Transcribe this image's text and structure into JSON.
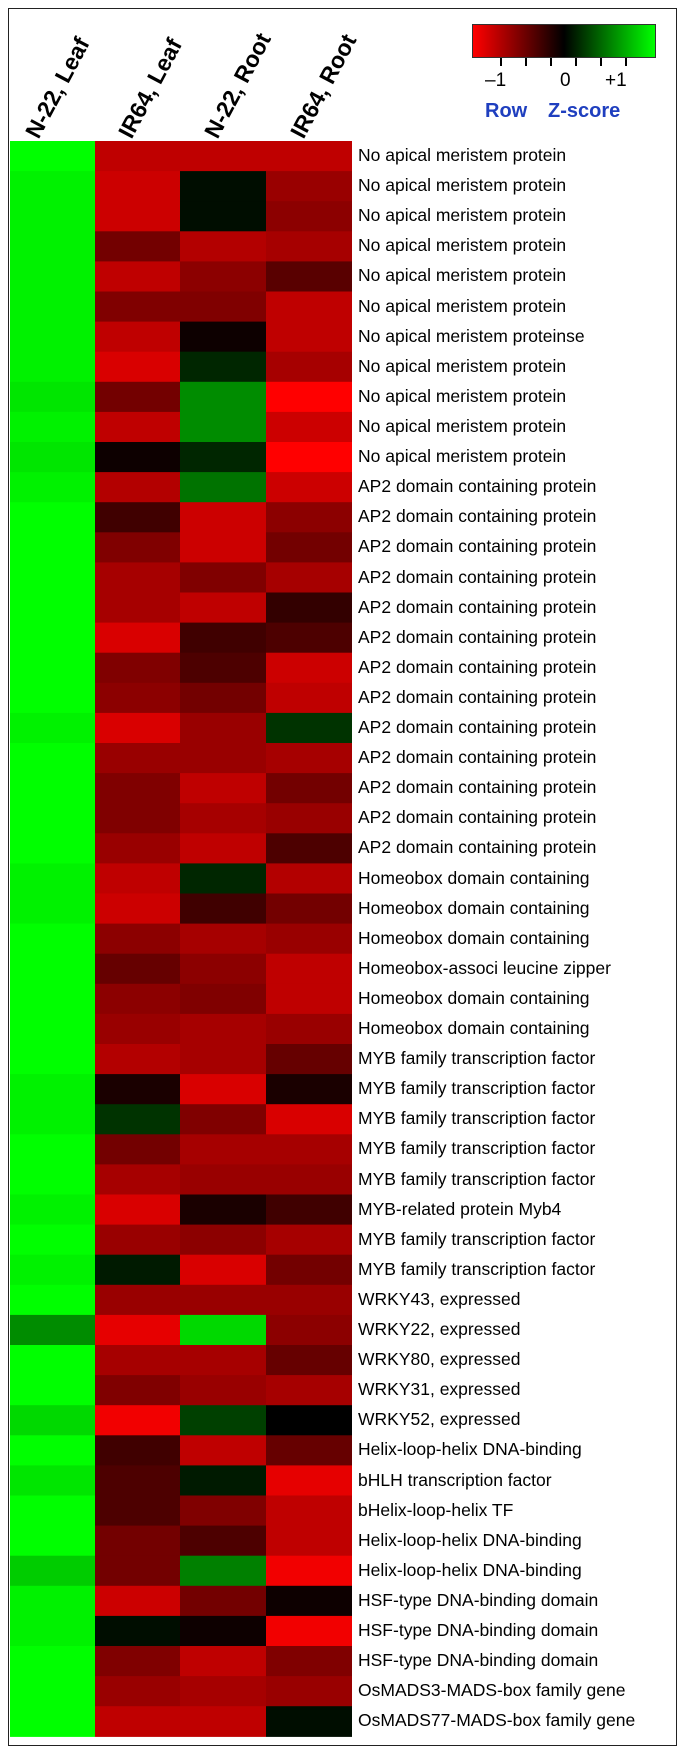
{
  "chart_data": {
    "type": "heatmap",
    "columns": [
      "N-22, Leaf",
      "IR64, Leaf",
      "N-22, Root",
      "IR64, Root"
    ],
    "legend": {
      "ticks": [
        "–1",
        "0",
        "+1"
      ],
      "title_left": "Row",
      "title_right": "Z-score",
      "colors": {
        "low": "#ff0000",
        "mid": "#000000",
        "high": "#00ff00"
      },
      "range": [
        -1,
        1
      ]
    },
    "rows": [
      {
        "label": "No apical meristem protein",
        "values": [
          1.0,
          -0.75,
          -0.75,
          -0.75
        ]
      },
      {
        "label": "No apical meristem protein",
        "values": [
          0.95,
          -0.8,
          0.05,
          -0.6
        ]
      },
      {
        "label": "No apical meristem protein",
        "values": [
          0.95,
          -0.8,
          0.05,
          -0.55
        ]
      },
      {
        "label": "No apical meristem protein",
        "values": [
          0.95,
          -0.45,
          -0.7,
          -0.65
        ]
      },
      {
        "label": "No apical meristem protein",
        "values": [
          0.95,
          -0.75,
          -0.55,
          -0.35
        ]
      },
      {
        "label": "No apical meristem protein",
        "values": [
          0.95,
          -0.5,
          -0.5,
          -0.75
        ]
      },
      {
        "label": "No apical meristem proteinse",
        "values": [
          0.95,
          -0.75,
          -0.05,
          -0.75
        ]
      },
      {
        "label": "No apical meristem protein",
        "values": [
          0.95,
          -0.85,
          0.15,
          -0.65
        ]
      },
      {
        "label": "No apical meristem protein",
        "values": [
          0.9,
          -0.45,
          0.55,
          -1.0
        ]
      },
      {
        "label": "No apical meristem protein",
        "values": [
          0.95,
          -0.75,
          0.55,
          -0.8
        ]
      },
      {
        "label": "No apical meristem protein",
        "values": [
          0.9,
          -0.05,
          0.15,
          -1.0
        ]
      },
      {
        "label": "AP2 domain containing protein",
        "values": [
          0.95,
          -0.7,
          0.45,
          -0.8
        ]
      },
      {
        "label": "AP2 domain containing protein",
        "values": [
          1.0,
          -0.25,
          -0.8,
          -0.55
        ]
      },
      {
        "label": "AP2 domain containing protein",
        "values": [
          1.0,
          -0.5,
          -0.8,
          -0.45
        ]
      },
      {
        "label": "AP2 domain containing protein",
        "values": [
          1.0,
          -0.65,
          -0.5,
          -0.65
        ]
      },
      {
        "label": "AP2 domain containing protein",
        "values": [
          1.0,
          -0.65,
          -0.75,
          -0.2
        ]
      },
      {
        "label": "AP2 domain containing protein",
        "values": [
          1.0,
          -0.85,
          -0.25,
          -0.3
        ]
      },
      {
        "label": "AP2 domain containing protein",
        "values": [
          1.0,
          -0.5,
          -0.3,
          -0.8
        ]
      },
      {
        "label": "AP2 domain containing protein",
        "values": [
          1.0,
          -0.55,
          -0.45,
          -0.75
        ]
      },
      {
        "label": "AP2 domain containing protein",
        "values": [
          0.95,
          -0.85,
          -0.6,
          0.2
        ]
      },
      {
        "label": "AP2 domain containing protein",
        "values": [
          1.0,
          -0.6,
          -0.6,
          -0.65
        ]
      },
      {
        "label": "AP2 domain containing protein",
        "values": [
          1.0,
          -0.5,
          -0.75,
          -0.45
        ]
      },
      {
        "label": "AP2 domain containing protein",
        "values": [
          1.0,
          -0.5,
          -0.65,
          -0.6
        ]
      },
      {
        "label": "AP2 domain containing protein",
        "values": [
          1.0,
          -0.6,
          -0.75,
          -0.3
        ]
      },
      {
        "label": "Homeobox domain containing",
        "values": [
          0.95,
          -0.75,
          0.15,
          -0.7
        ]
      },
      {
        "label": "Homeobox domain containing",
        "values": [
          0.95,
          -0.8,
          -0.25,
          -0.45
        ]
      },
      {
        "label": "Homeobox domain containing",
        "values": [
          1.0,
          -0.55,
          -0.65,
          -0.6
        ]
      },
      {
        "label": "Homeobox-associ leucine zipper",
        "values": [
          1.0,
          -0.4,
          -0.55,
          -0.75
        ]
      },
      {
        "label": "Homeobox domain containing",
        "values": [
          1.0,
          -0.55,
          -0.5,
          -0.75
        ]
      },
      {
        "label": "Homeobox domain containing",
        "values": [
          1.0,
          -0.6,
          -0.65,
          -0.6
        ]
      },
      {
        "label": "MYB family transcription factor",
        "values": [
          1.0,
          -0.7,
          -0.65,
          -0.4
        ]
      },
      {
        "label": "MYB family transcription factor",
        "values": [
          0.95,
          -0.1,
          -0.85,
          -0.1
        ]
      },
      {
        "label": "MYB family transcription factor",
        "values": [
          0.95,
          0.2,
          -0.5,
          -0.85
        ]
      },
      {
        "label": "MYB family transcription factor",
        "values": [
          1.0,
          -0.45,
          -0.65,
          -0.65
        ]
      },
      {
        "label": "MYB family transcription factor",
        "values": [
          1.0,
          -0.65,
          -0.6,
          -0.6
        ]
      },
      {
        "label": "MYB-related protein Myb4",
        "values": [
          0.95,
          -0.85,
          -0.1,
          -0.25
        ]
      },
      {
        "label": "MYB family transcription factor",
        "values": [
          1.0,
          -0.6,
          -0.55,
          -0.65
        ]
      },
      {
        "label": "MYB family transcription factor",
        "values": [
          0.95,
          0.1,
          -0.85,
          -0.45
        ]
      },
      {
        "label": "WRKY43, expressed",
        "values": [
          1.0,
          -0.6,
          -0.6,
          -0.6
        ]
      },
      {
        "label": "WRKY22, expressed",
        "values": [
          0.55,
          -0.9,
          0.85,
          -0.55
        ]
      },
      {
        "label": "WRKY80, expressed",
        "values": [
          1.0,
          -0.65,
          -0.65,
          -0.4
        ]
      },
      {
        "label": "WRKY31, expressed",
        "values": [
          1.0,
          -0.5,
          -0.6,
          -0.65
        ]
      },
      {
        "label": "WRKY52, expressed",
        "values": [
          0.85,
          -0.95,
          0.25,
          0.0
        ]
      },
      {
        "label": "Helix-loop-helix DNA-binding",
        "values": [
          1.0,
          -0.25,
          -0.75,
          -0.4
        ]
      },
      {
        "label": "bHLH transcription factor",
        "values": [
          0.9,
          -0.3,
          0.1,
          -0.9
        ]
      },
      {
        "label": "bHelix-loop-helix TF",
        "values": [
          1.0,
          -0.3,
          -0.5,
          -0.75
        ]
      },
      {
        "label": "Helix-loop-helix DNA-binding",
        "values": [
          1.0,
          -0.45,
          -0.3,
          -0.75
        ]
      },
      {
        "label": "Helix-loop-helix DNA-binding",
        "values": [
          0.8,
          -0.45,
          0.5,
          -0.95
        ]
      },
      {
        "label": "HSF-type DNA-binding domain",
        "values": [
          0.95,
          -0.8,
          -0.45,
          -0.05
        ]
      },
      {
        "label": "HSF-type DNA-binding domain",
        "values": [
          0.95,
          0.05,
          -0.05,
          -0.95
        ]
      },
      {
        "label": "HSF-type DNA-binding domain",
        "values": [
          1.0,
          -0.5,
          -0.75,
          -0.5
        ]
      },
      {
        "label": "OsMADS3-MADS-box family gene",
        "values": [
          1.0,
          -0.6,
          -0.65,
          -0.6
        ]
      },
      {
        "label": "OsMADS77-MADS-box family gene",
        "values": [
          1.0,
          -0.75,
          -0.75,
          0.05
        ]
      }
    ]
  }
}
